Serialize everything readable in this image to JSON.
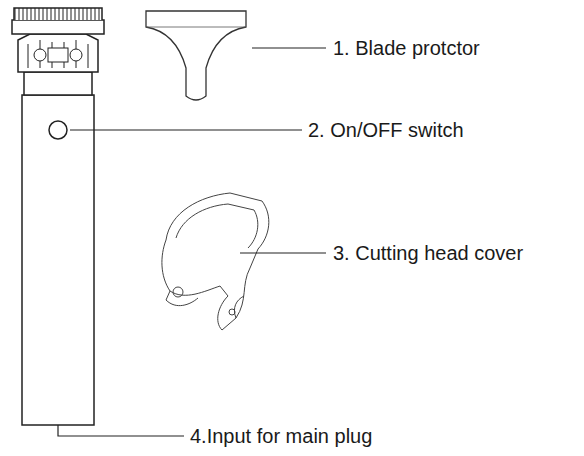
{
  "diagram": {
    "labels": [
      "1. Blade protctor",
      "2. On/OFF switch",
      "3. Cutting head cover",
      "4.Input for main plug"
    ]
  }
}
